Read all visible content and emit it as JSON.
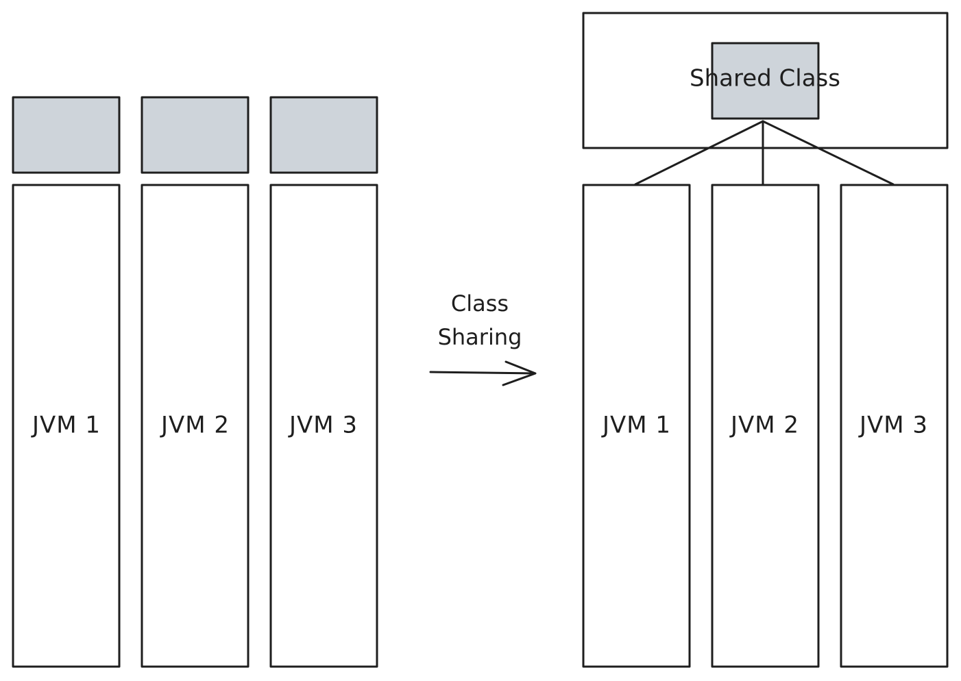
{
  "diagram": {
    "before": {
      "jvms": [
        {
          "label": "JVM 1"
        },
        {
          "label": "JVM 2"
        },
        {
          "label": "JVM 3"
        }
      ]
    },
    "transition": {
      "label_line1": "Class",
      "label_line2": "Sharing"
    },
    "after": {
      "shared_label": "Shared Class",
      "jvms": [
        {
          "label": "JVM 1"
        },
        {
          "label": "JVM 2"
        },
        {
          "label": "JVM 3"
        }
      ]
    },
    "colors": {
      "stroke": "#1e1e1e",
      "class_fill": "#ced4da",
      "background": "#ffffff"
    }
  }
}
